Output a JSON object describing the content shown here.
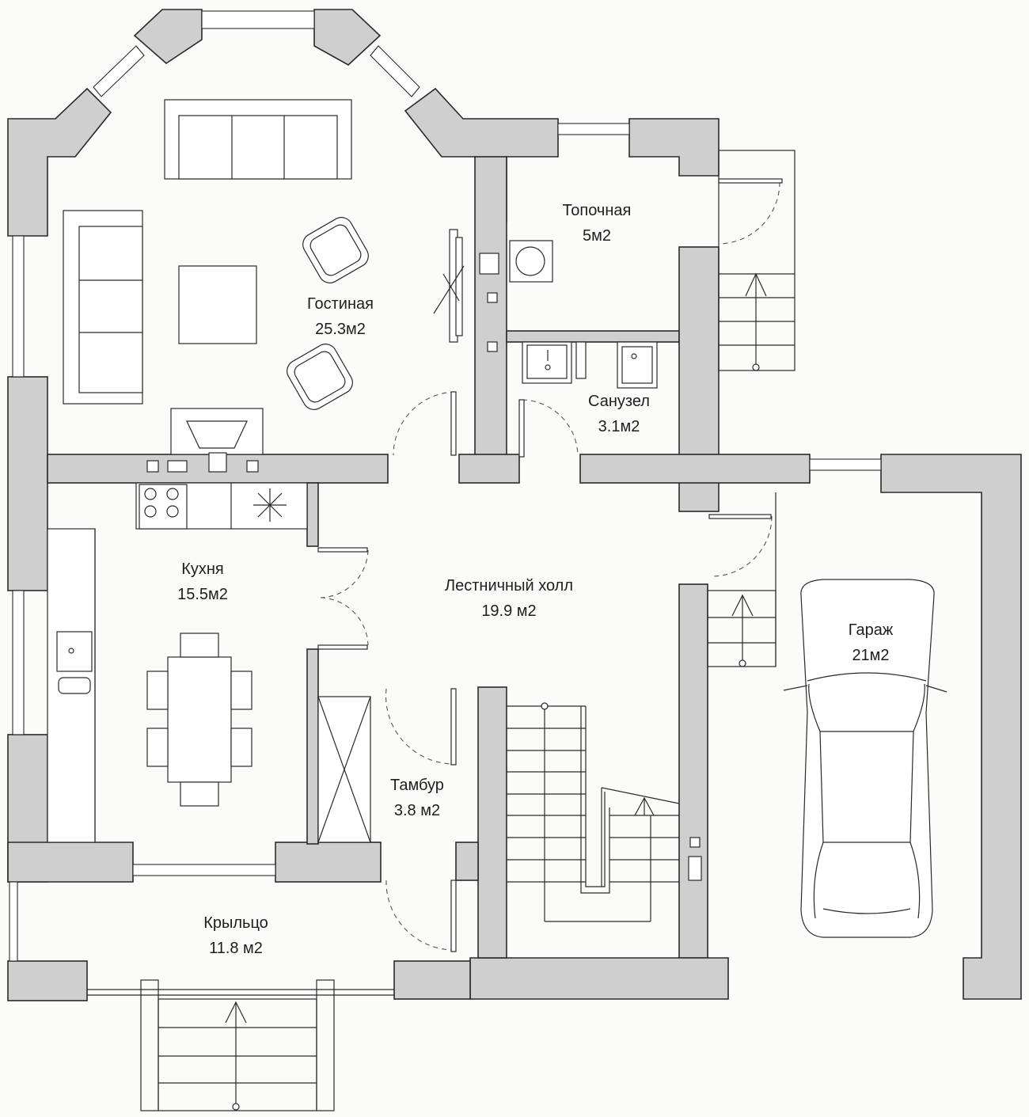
{
  "rooms": [
    {
      "id": "gostinaya",
      "name": "Гостиная",
      "area": "25.3м2"
    },
    {
      "id": "topochnaya",
      "name": "Топочная",
      "area": "5м2"
    },
    {
      "id": "sanuzel",
      "name": "Санузел",
      "area": "3.1м2"
    },
    {
      "id": "kuhnya",
      "name": "Кухня",
      "area": "15.5м2"
    },
    {
      "id": "hall",
      "name": "Лестничный холл",
      "area": "19.9 м2"
    },
    {
      "id": "garazh",
      "name": "Гараж",
      "area": "21м2"
    },
    {
      "id": "tambur",
      "name": "Тамбур",
      "area": "3.8 м2"
    },
    {
      "id": "krylco",
      "name": "Крыльцо",
      "area": "11.8 м2"
    }
  ],
  "colors": {
    "wall": "#cfcfcf",
    "line": "#2a2a2a",
    "background": "#fbfbfa"
  }
}
